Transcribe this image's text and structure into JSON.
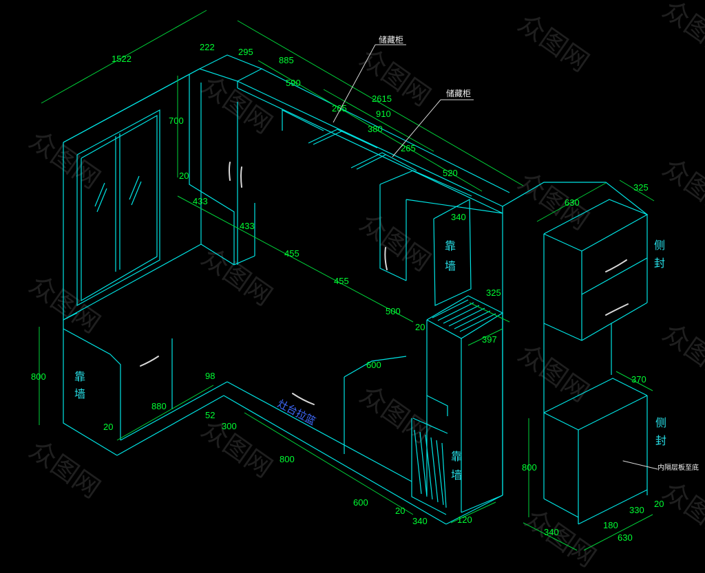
{
  "labels": {
    "storage_cabinet_1": "储藏柜",
    "storage_cabinet_2": "储藏柜",
    "wall_left": "靠墙",
    "wall_mid": "靠墙",
    "wall_bottom": "靠墙",
    "side_panel_1": "侧封",
    "side_panel_2": "侧封",
    "inner_shelf": "内隔层板至底",
    "sink_cabinet": "灶台拉篮"
  },
  "dims": {
    "d1522": "1522",
    "d222": "222",
    "d295": "295",
    "d885": "885",
    "d590": "590",
    "d265a": "265",
    "d2615": "2615",
    "d910": "910",
    "d380": "380",
    "d265b": "265",
    "d520": "520",
    "d700": "700",
    "d20a": "20",
    "d433a": "433",
    "d433b": "433",
    "d455a": "455",
    "d455b": "455",
    "d500": "500",
    "d20b": "20",
    "d340a": "340",
    "d325a": "325",
    "d397": "397",
    "d630a": "630",
    "d325b": "325",
    "d370": "370",
    "d600a": "600",
    "d800a": "800",
    "d98": "98",
    "d52": "52",
    "d880": "880",
    "d20c": "20",
    "d300": "300",
    "d800b": "800",
    "d600b": "600",
    "d20d": "20",
    "d340b": "340",
    "d120": "120",
    "d800c": "800",
    "d340c": "340",
    "d180": "180",
    "d330": "330",
    "d20e": "20",
    "d630b": "630"
  },
  "watermark": "众图网",
  "colors": {
    "background": "#000000",
    "lines": "#00E5E5",
    "dims": "#00FF33",
    "handles": "#D8D8D8"
  }
}
